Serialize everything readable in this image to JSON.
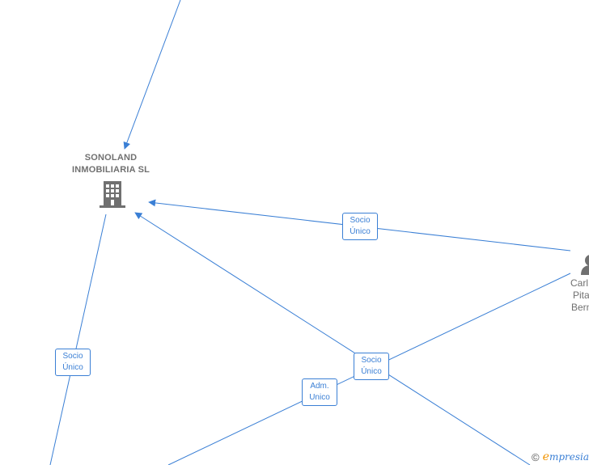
{
  "company": {
    "name_line1": "SONOLAND",
    "name_line2": "INMOBILIARIA SL",
    "icon": "building-icon"
  },
  "person": {
    "line1": "Carl",
    "line2": "Pita",
    "line3": "Bern",
    "icon": "person-icon"
  },
  "edge_labels": {
    "socio_unico_top": {
      "line1": "Socio",
      "line2": "Único"
    },
    "socio_unico_left": {
      "line1": "Socio",
      "line2": "Único"
    },
    "socio_unico_center": {
      "line1": "Socio",
      "line2": "Único"
    },
    "adm_unico": {
      "line1": "Adm.",
      "line2": "Unico"
    }
  },
  "footer": {
    "copyright": "©",
    "brand_e": "e",
    "brand_rest": "mpresia"
  },
  "colors": {
    "edge": "#3a7fd5",
    "node_text": "#707070",
    "icon": "#707070",
    "brand_accent": "#f29400"
  }
}
